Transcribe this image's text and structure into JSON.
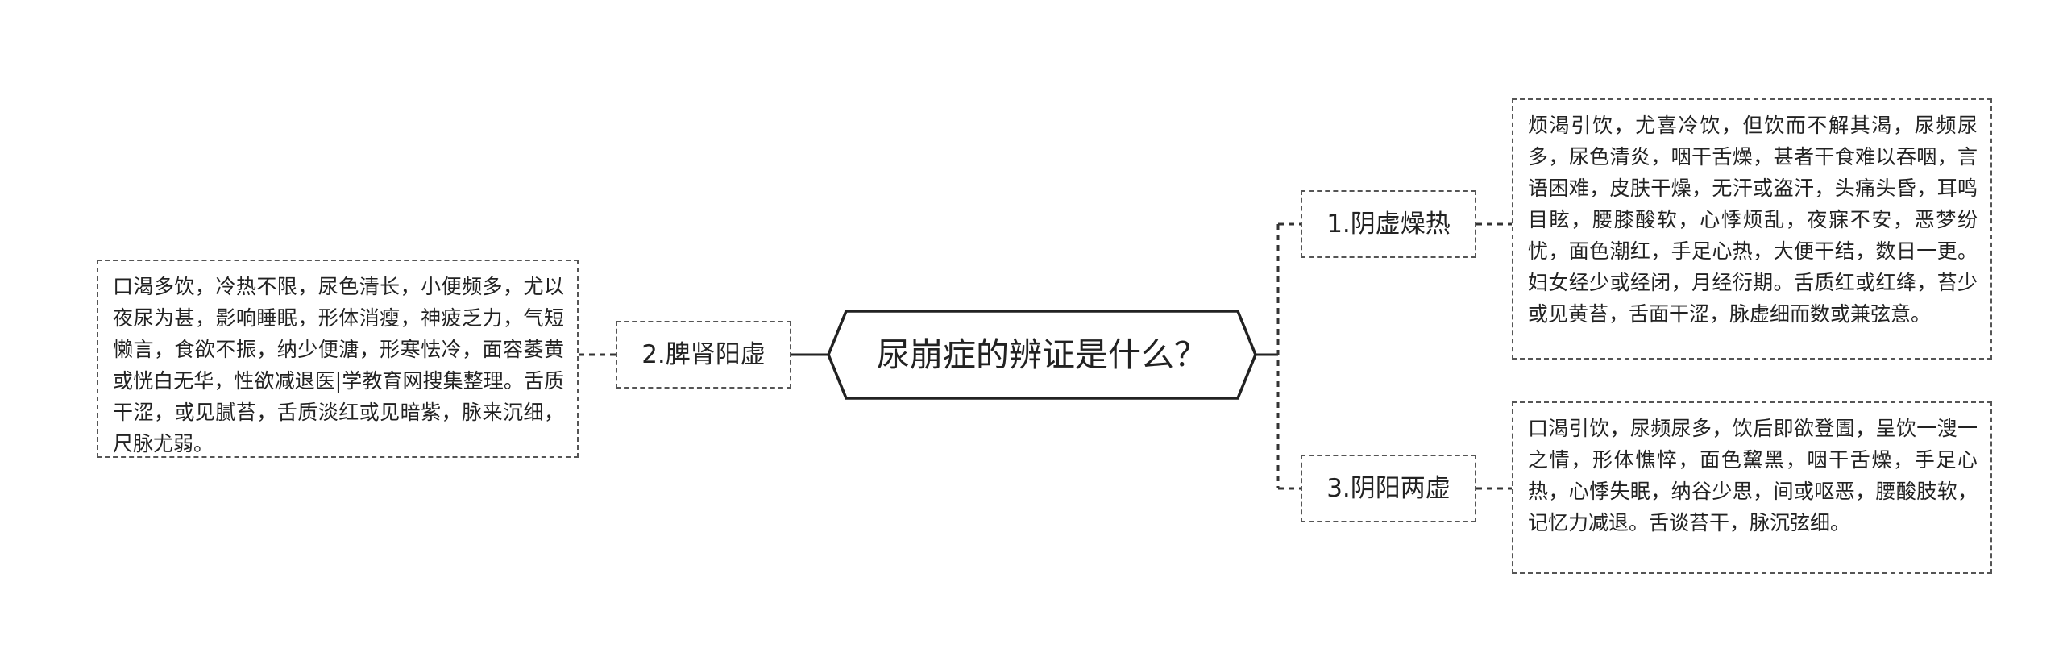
{
  "diagram": {
    "root": {
      "title": "尿崩症的辨证是什么？"
    },
    "branches": {
      "yin_dry_heat": {
        "label": "1.阴虚燥热",
        "detail": "烦渴引饮，尤喜冷饮，但饮而不解其渴，尿频尿多，尿色清炎，咽干舌燥，甚者干食难以吞咽，言语困难，皮肤干燥，无汗或盗汗，头痛头昏，耳鸣目眩，腰膝酸软，心悸烦乱，夜寐不安，恶梦纷忧，面色潮红，手足心热，大便干结，数日一更。妇女经少或经闭，月经衍期。舌质红或红绛，苔少或见黄苔，舌面干涩，脉虚细而数或兼弦意。"
      },
      "spleen_kidney": {
        "label": "2.脾肾阳虚",
        "detail": "口渴多饮，冷热不限，尿色清长，小便频多，尤以夜尿为甚，影响睡眠，形体消瘦，神疲乏力，气短懒言，食欲不振，纳少便溏，形寒怯冷，面容萎黄或恍白无华，性欲减退医|学教育网搜集整理。舌质干涩，或见腻苔，舌质淡红或见暗紫，脉来沉细，尺脉尤弱。"
      },
      "yin_yang": {
        "label": "3.阴阳两虚",
        "detail": "口渴引饮，尿频尿多，饮后即欲登圊，呈饮一溲一之情，形体憔悴，面色黧黑，咽干舌燥，手足心热，心悸失眠，纳谷少思，间或呕恶，腰酸肢软，记忆力减退。舌谈苔干，脉沉弦细。"
      }
    }
  }
}
